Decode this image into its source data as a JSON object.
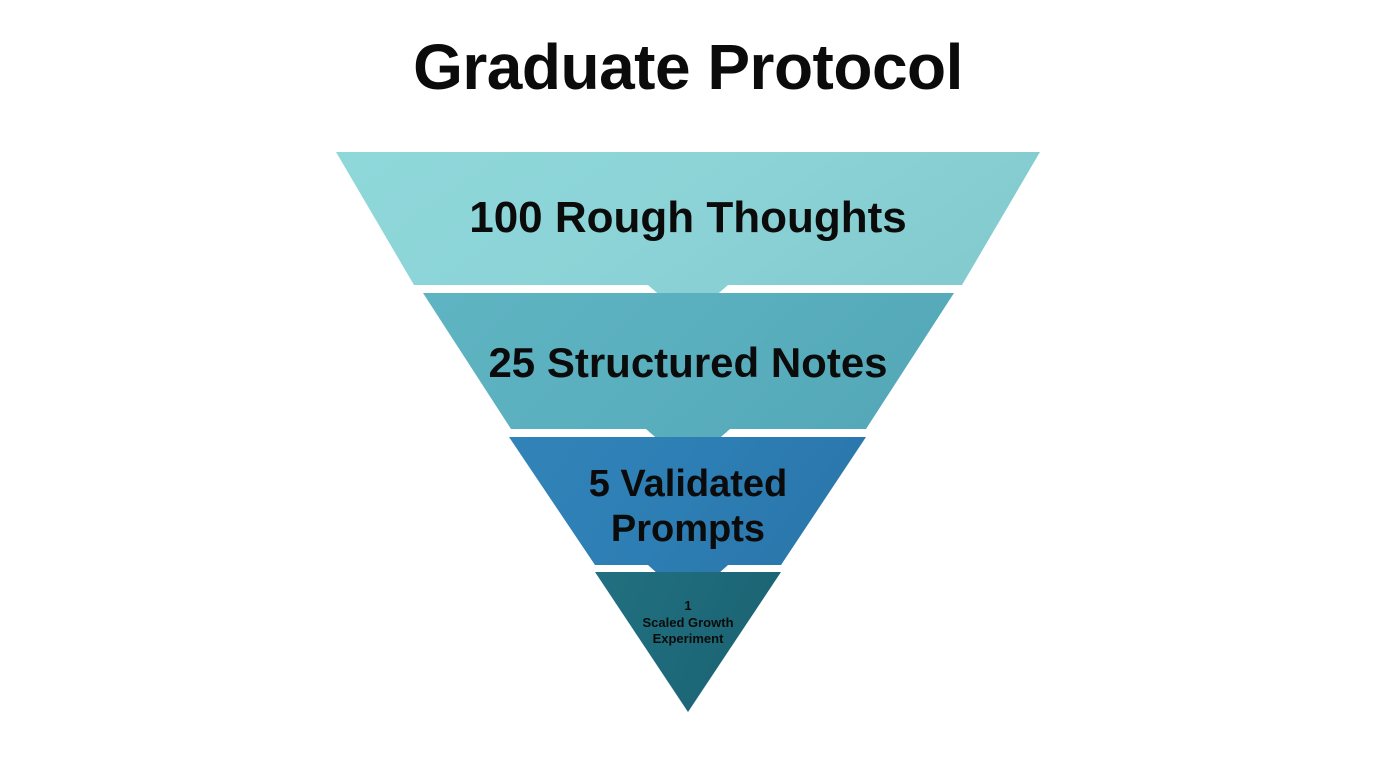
{
  "title": "Graduate Protocol",
  "background_color": "#ffffff",
  "title_color": "#0b0b0b",
  "chart_data": {
    "type": "funnel",
    "title": "Graduate Protocol",
    "orientation": "vertical-inverted",
    "xlabel": "",
    "ylabel": "",
    "categories": [
      "100 Rough Thoughts",
      "25 Structured Notes",
      "5 Validated Prompts",
      "1 Scaled Growth Experiment"
    ],
    "values": [
      100,
      25,
      5,
      1
    ],
    "colors": [
      "#8CD4D8",
      "#5BAFBF",
      "#2E7FB5",
      "#1E6B7B"
    ],
    "stages": [
      {
        "index": 1,
        "value": 100,
        "label": "100 Rough Thoughts",
        "unit": "Rough Thoughts",
        "color": "#8CD4D8",
        "text_color": "#0b0b0b"
      },
      {
        "index": 2,
        "value": 25,
        "label": "25 Structured Notes",
        "unit": "Structured Notes",
        "color": "#5BAFBF",
        "text_color": "#0b0b0b"
      },
      {
        "index": 3,
        "value": 5,
        "label": "5 Validated\nPrompts",
        "unit": "Validated Prompts",
        "color": "#2E7FB5",
        "text_color": "#0b0b0b"
      },
      {
        "index": 4,
        "value": 1,
        "label": "1\nScaled Growth\nExperiment",
        "unit": "Scaled Growth Experiment",
        "color": "#1E6B7B",
        "text_color": "#0b0b0b"
      }
    ],
    "legend": [],
    "grid": false
  }
}
